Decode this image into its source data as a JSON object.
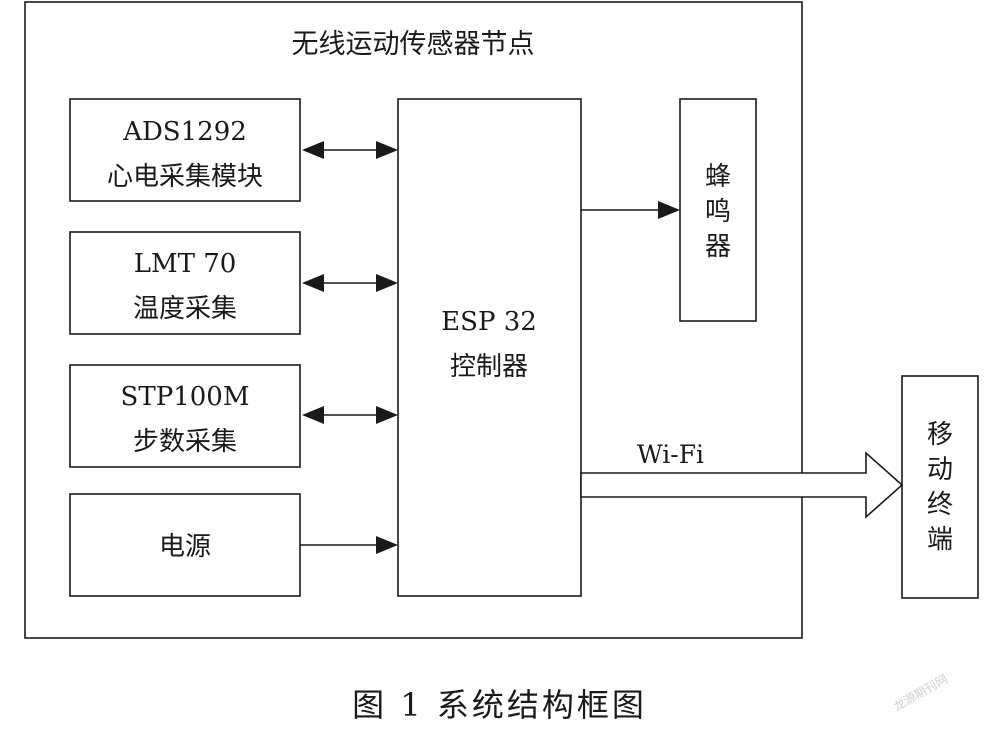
{
  "node": {
    "title": "无线运动传感器节点"
  },
  "modules": {
    "ecg": {
      "line1": "ADS1292",
      "line2": "心电采集模块"
    },
    "temp": {
      "line1": "LMT 70",
      "line2": "温度采集"
    },
    "step": {
      "line1": "STP100M",
      "line2": "步数采集"
    },
    "power": {
      "line1": "电源"
    }
  },
  "controller": {
    "line1": "ESP 32",
    "line2": "控制器"
  },
  "buzzer": {
    "chars": [
      "蜂",
      "鸣",
      "器"
    ]
  },
  "mobile": {
    "chars": [
      "移",
      "动",
      "终",
      "端"
    ]
  },
  "link": {
    "wifi_label": "Wi-Fi"
  },
  "caption": {
    "text": "图 1   系统结构框图"
  },
  "watermark": {
    "text": "龙源期刊网"
  }
}
